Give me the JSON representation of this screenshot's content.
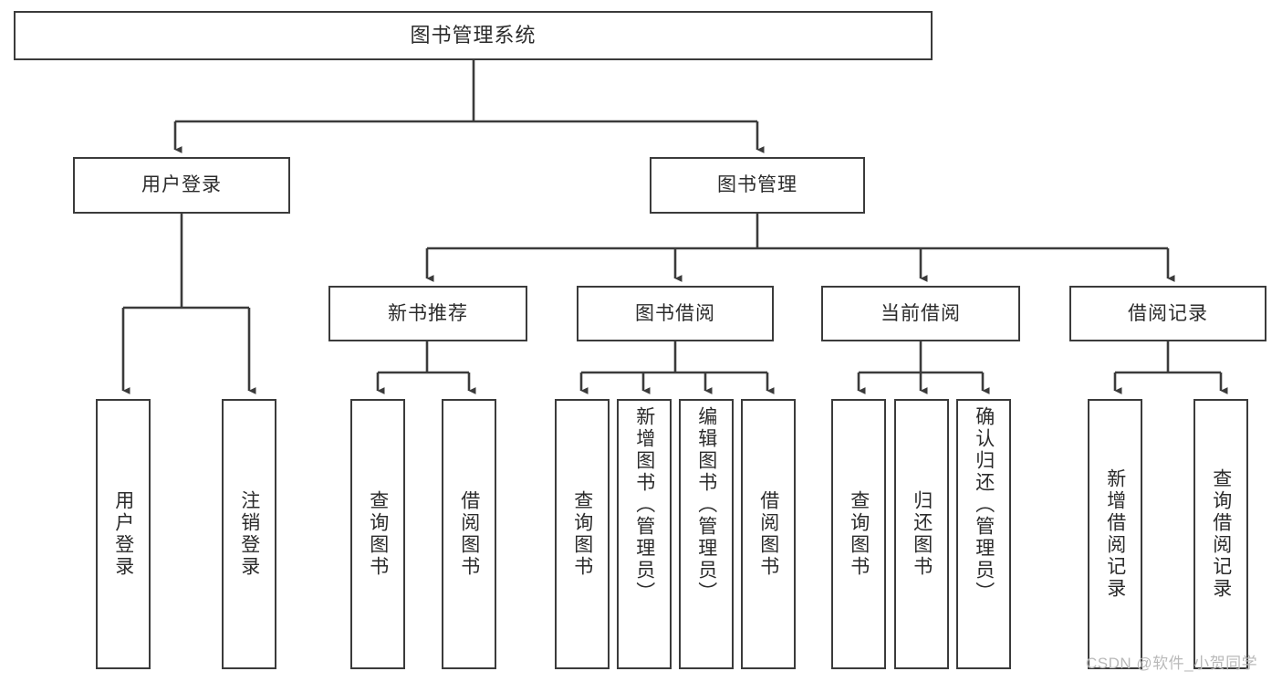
{
  "diagram": {
    "title": "图书管理系统",
    "type": "hierarchy-tree",
    "watermark": "CSDN @软件_小贺同学",
    "colors": {
      "stroke": "#3b3b3b",
      "fill": "#ffffff",
      "text": "#2b2b2b",
      "watermark": "#b9b9b9"
    },
    "levels": {
      "root": "图书管理系统",
      "level1": [
        "用户登录",
        "图书管理"
      ],
      "level2": [
        "新书推荐",
        "图书借阅",
        "当前借阅",
        "借阅记录"
      ]
    },
    "nodes": {
      "root": {
        "label": "图书管理系统"
      },
      "user_login": {
        "label": "用户登录"
      },
      "book_manage": {
        "label": "图书管理"
      },
      "new_book_rec": {
        "label": "新书推荐"
      },
      "book_borrow": {
        "label": "图书借阅"
      },
      "current_borrow": {
        "label": "当前借阅"
      },
      "borrow_record": {
        "label": "借阅记录"
      },
      "leaf_user_login": {
        "label": "用户登录"
      },
      "leaf_logout": {
        "label": "注销登录"
      },
      "leaf_query_book_1": {
        "label": "查询图书"
      },
      "leaf_borrow_book_1": {
        "label": "借阅图书"
      },
      "leaf_query_book_2": {
        "label": "查询图书"
      },
      "leaf_add_book": {
        "label": "新增图书（管理员）"
      },
      "leaf_edit_book": {
        "label": "编辑图书（管理员）"
      },
      "leaf_borrow_book_2": {
        "label": "借阅图书"
      },
      "leaf_query_book_3": {
        "label": "查询图书"
      },
      "leaf_return_book": {
        "label": "归还图书"
      },
      "leaf_confirm_return": {
        "label": "确认归还（管理员）"
      },
      "leaf_add_record": {
        "label": "新增借阅记录"
      },
      "leaf_query_record": {
        "label": "查询借阅记录"
      }
    },
    "edges": [
      {
        "from": "root",
        "to": "user_login"
      },
      {
        "from": "root",
        "to": "book_manage"
      },
      {
        "from": "user_login",
        "to": "leaf_user_login"
      },
      {
        "from": "user_login",
        "to": "leaf_logout"
      },
      {
        "from": "book_manage",
        "to": "new_book_rec"
      },
      {
        "from": "book_manage",
        "to": "book_borrow"
      },
      {
        "from": "book_manage",
        "to": "current_borrow"
      },
      {
        "from": "book_manage",
        "to": "borrow_record"
      },
      {
        "from": "new_book_rec",
        "to": "leaf_query_book_1"
      },
      {
        "from": "new_book_rec",
        "to": "leaf_borrow_book_1"
      },
      {
        "from": "book_borrow",
        "to": "leaf_query_book_2"
      },
      {
        "from": "book_borrow",
        "to": "leaf_add_book"
      },
      {
        "from": "book_borrow",
        "to": "leaf_edit_book"
      },
      {
        "from": "book_borrow",
        "to": "leaf_borrow_book_2"
      },
      {
        "from": "current_borrow",
        "to": "leaf_query_book_3"
      },
      {
        "from": "current_borrow",
        "to": "leaf_return_book"
      },
      {
        "from": "current_borrow",
        "to": "leaf_confirm_return"
      },
      {
        "from": "borrow_record",
        "to": "leaf_add_record"
      },
      {
        "from": "borrow_record",
        "to": "leaf_query_record"
      }
    ]
  }
}
